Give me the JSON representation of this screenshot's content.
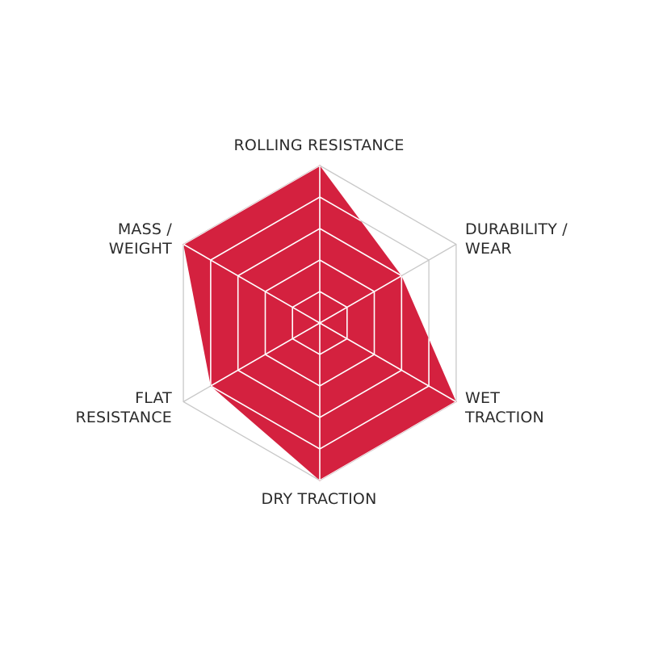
{
  "chart_data": {
    "type": "radar",
    "title": "",
    "axes": [
      {
        "line1": "ROLLING RESISTANCE",
        "line2": ""
      },
      {
        "line1": "DURABILITY /",
        "line2": "WEAR"
      },
      {
        "line1": "WET",
        "line2": "TRACTION"
      },
      {
        "line1": "DRY TRACTION",
        "line2": ""
      },
      {
        "line1": "FLAT",
        "line2": "RESISTANCE"
      },
      {
        "line1": "MASS /",
        "line2": "WEIGHT"
      }
    ],
    "values": [
      5,
      3,
      5,
      5,
      4,
      5
    ],
    "max": 5,
    "rings": 5,
    "grid": true,
    "colors": {
      "fill": "#d4213f",
      "grid_inner": "#ffffff",
      "grid_outer": "#c8c8c8",
      "text": "#2b2b2b"
    }
  }
}
